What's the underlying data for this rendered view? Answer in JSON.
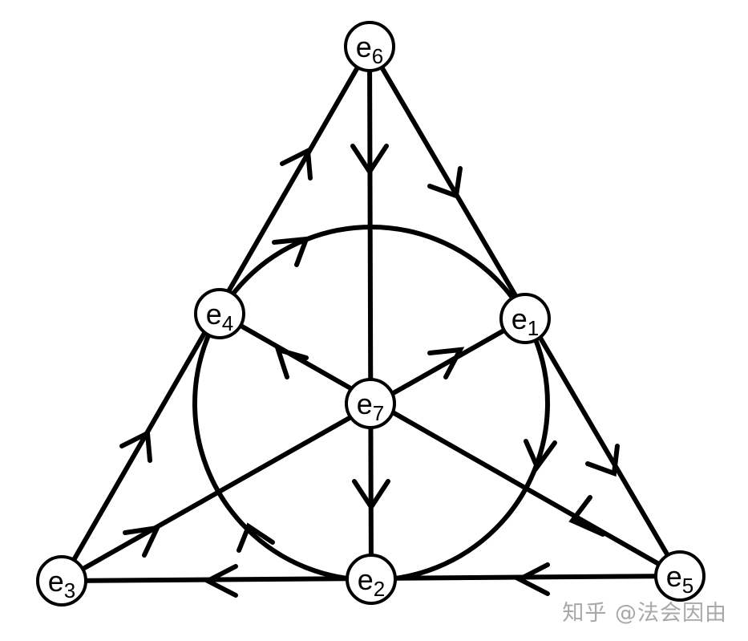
{
  "diagram": {
    "nodes": [
      {
        "id": "e1",
        "base": "e",
        "sub": "1"
      },
      {
        "id": "e2",
        "base": "e",
        "sub": "2"
      },
      {
        "id": "e3",
        "base": "e",
        "sub": "3"
      },
      {
        "id": "e4",
        "base": "e",
        "sub": "4"
      },
      {
        "id": "e5",
        "base": "e",
        "sub": "5"
      },
      {
        "id": "e6",
        "base": "e",
        "sub": "6"
      },
      {
        "id": "e7",
        "base": "e",
        "sub": "7"
      }
    ],
    "directed_lines": [
      {
        "name": "line-e6-e1-e5",
        "path": [
          "e6",
          "e1",
          "e5"
        ]
      },
      {
        "name": "line-e5-e2-e3",
        "path": [
          "e5",
          "e2",
          "e3"
        ]
      },
      {
        "name": "line-e3-e4-e6",
        "path": [
          "e3",
          "e4",
          "e6"
        ]
      },
      {
        "name": "line-e6-e7-e2",
        "path": [
          "e6",
          "e7",
          "e2"
        ]
      },
      {
        "name": "line-e3-e7-e1",
        "path": [
          "e3",
          "e7",
          "e1"
        ]
      },
      {
        "name": "line-e5-e7-e4",
        "path": [
          "e5",
          "e7",
          "e4"
        ]
      },
      {
        "name": "circle-e4-e1-e2",
        "path": [
          "e4",
          "e1",
          "e2"
        ],
        "closed": true
      }
    ]
  },
  "watermark": "知乎 @法会因由"
}
